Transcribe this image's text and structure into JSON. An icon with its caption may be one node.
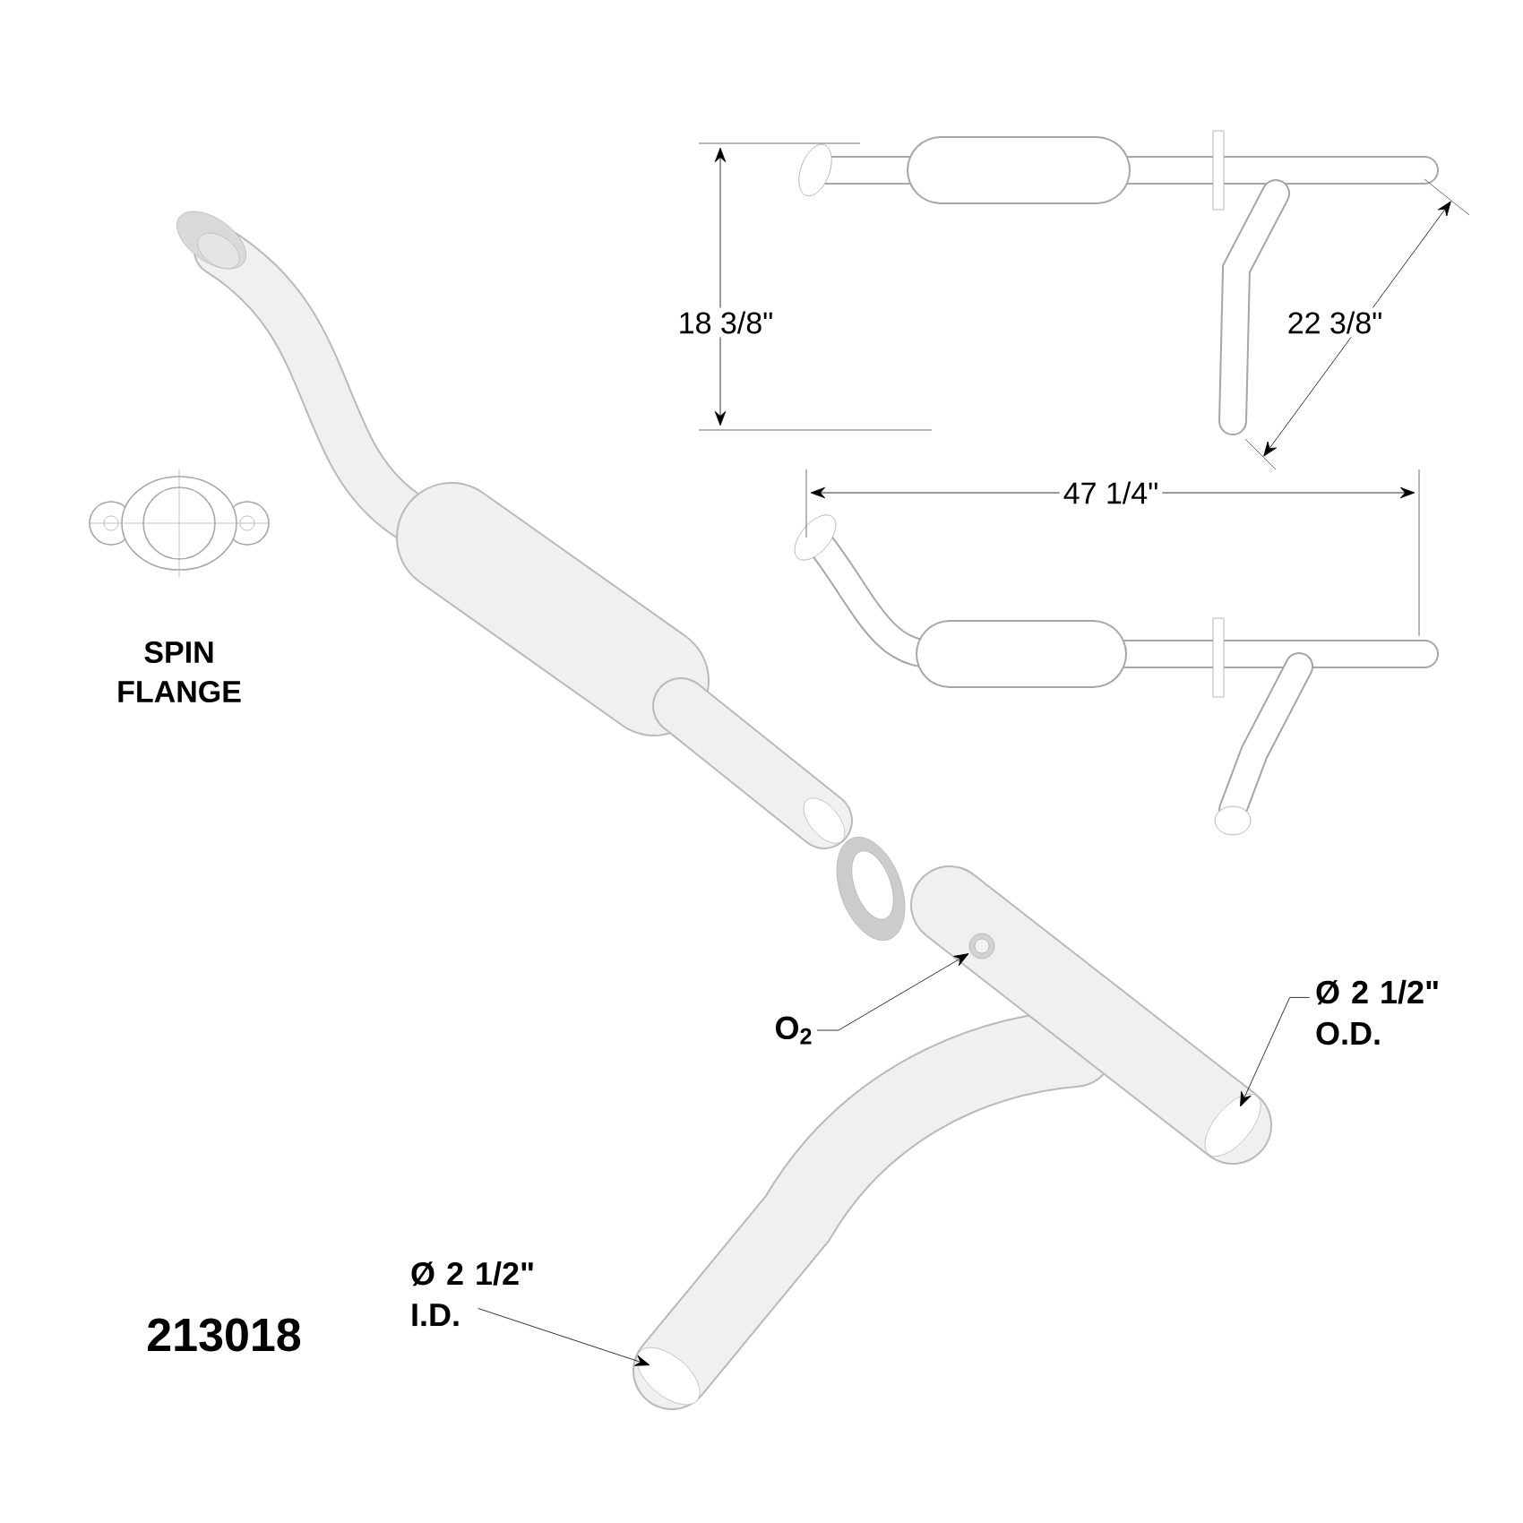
{
  "diagram": {
    "nodes": [
      {
        "text": [
          "O$_{2}$"
        ]
      },
      {
        "text": [
          "Ø 2 1/2\" O.D."
        ]
      },
      {
        "text": [
          "Ø 2 1/2\" I.D."
        ]
      }
    ],
    "edges": [
      {
        "from": 0,
        "to": null,
        "arrow": "to"
      },
      {
        "from": 1,
        "to": null,
        "arrow": "to"
      },
      {
        "from": 2,
        "to": null,
        "arrow": "to"
      }
    ],
    "labels": [
      "18 3/8\"",
      "22 3/8\"",
      "47 1/4\"",
      "SPIN FLANGE",
      "213018"
    ]
  }
}
